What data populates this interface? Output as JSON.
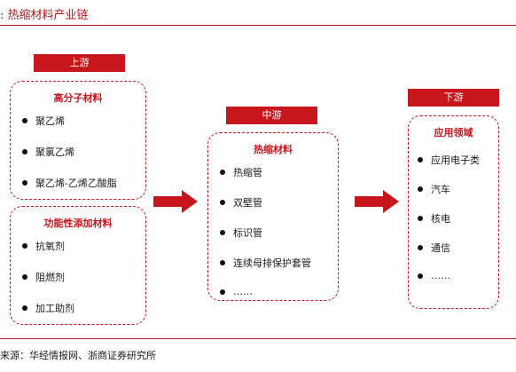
{
  "title": ": 热缩材料产业链",
  "upstream": {
    "banner": "上游",
    "box1": {
      "title": "高分子材料",
      "items": [
        "聚乙烯",
        "聚氯乙烯",
        "聚乙烯-乙烯乙酸脂"
      ]
    },
    "box2": {
      "title": "功能性添加材料",
      "items": [
        "抗氧剂",
        "阻燃剂",
        "加工助剂"
      ]
    }
  },
  "midstream": {
    "banner": "中游",
    "box": {
      "title": "热缩材料",
      "items": [
        "热缩管",
        "双壁管",
        "标识管",
        "连续母排保护套管",
        "……"
      ]
    }
  },
  "downstream": {
    "banner": "下游",
    "box": {
      "title": "应用领域",
      "items": [
        "应用电子类",
        "汽车",
        "核电",
        "通信",
        "……"
      ]
    }
  },
  "source": "来源：华经情报网、浙商证券研究所",
  "colors": {
    "accent": "#c8161d",
    "title": "#b01b22"
  }
}
